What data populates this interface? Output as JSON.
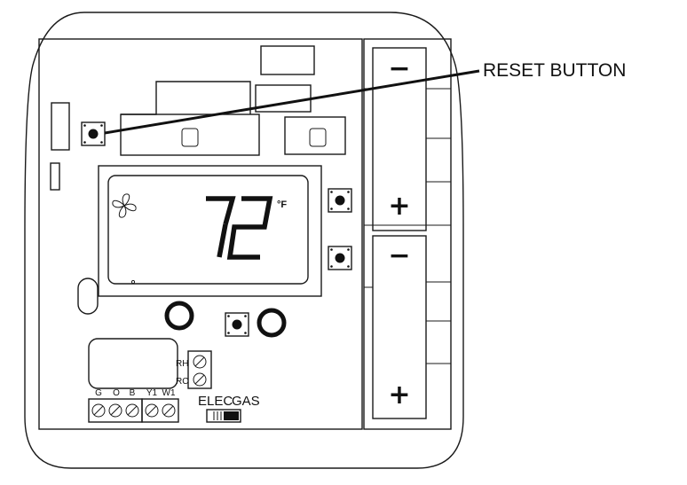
{
  "callout": {
    "label": "RESET BUTTON"
  },
  "display": {
    "temperature": "72",
    "unit": "°F",
    "fan_icon": "fan-icon"
  },
  "terminals": {
    "left_block": [
      "G",
      "O",
      "B"
    ],
    "right_block": [
      "Y1",
      "W1"
    ],
    "side_labels": [
      "RH",
      "RC"
    ]
  },
  "mode_switch": {
    "left_label": "ELEC",
    "right_label": "GAS"
  },
  "batteries": [
    {
      "top_symbol": "−",
      "bottom_symbol": "+"
    },
    {
      "top_symbol": "−",
      "bottom_symbol": "+"
    }
  ]
}
